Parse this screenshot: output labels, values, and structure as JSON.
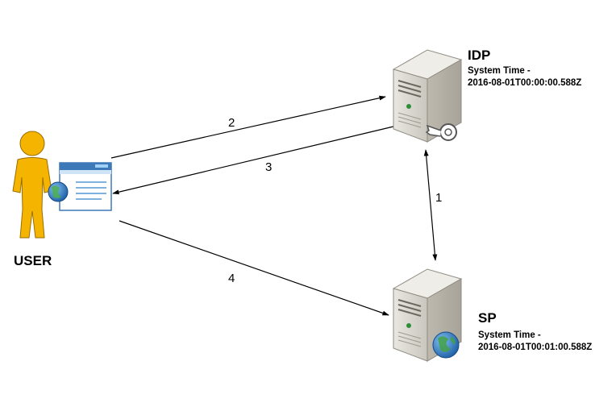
{
  "user": {
    "label": "USER"
  },
  "idp": {
    "title": "IDP",
    "time_label": "System Time -",
    "time_value": "2016-08-01T00:00:00.588Z"
  },
  "sp": {
    "title": "SP",
    "time_label": "System Time -",
    "time_value": "2016-08-01T00:01:00.588Z"
  },
  "steps": [
    "1",
    "2",
    "3",
    "4"
  ],
  "colors": {
    "user_figure": "#f2b100",
    "server_body": "#d8d6cf",
    "globe": "#2b6fb6",
    "browser_frame": "#4a87c7"
  },
  "icons": {
    "user": "person-icon",
    "browser": "browser-window-icon",
    "idp": "server-with-key-icon",
    "sp": "server-with-globe-icon"
  }
}
